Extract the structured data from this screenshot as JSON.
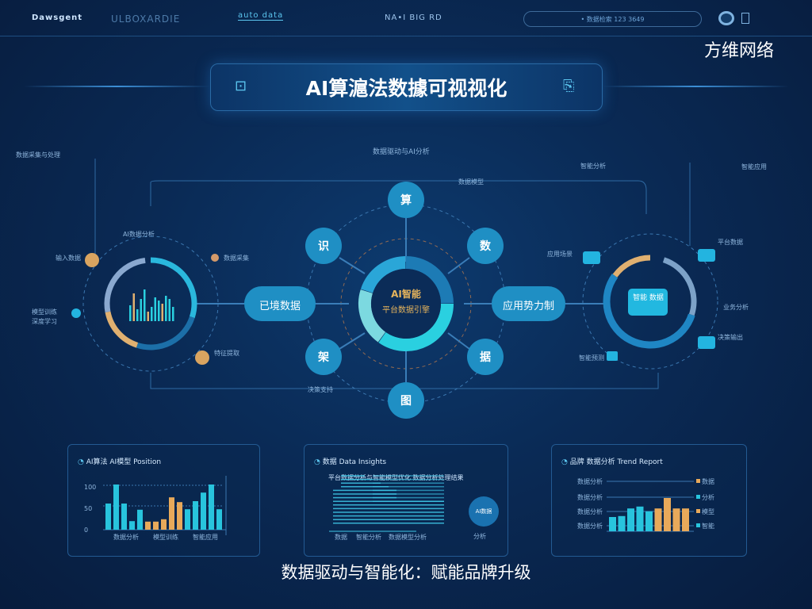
{
  "header": {
    "logo": "Dawsgent",
    "nav_1": "ULBOXARDIE",
    "nav_2": "auto data",
    "center": "NA•I BIG RD",
    "search_text": "• 数据检索 123 3649",
    "icons": [
      "eye-icon",
      "user-icon"
    ]
  },
  "brand": "方维网络",
  "title": "AI算滬法数據可视视化",
  "diagram": {
    "top_label": "数据驱动与AI分析",
    "center": {
      "line1": "AI智能",
      "line2": "平台数据引擎",
      "ring_segments": [
        0.25,
        0.35,
        0.2,
        0.2
      ]
    },
    "left_pill": "已境数据",
    "right_pill": "应用势力制",
    "nodes": [
      "算",
      "识",
      "数",
      "架",
      "据",
      "图"
    ],
    "side_labels": [
      "数据模型",
      "智能分析",
      "决策支持",
      "深度学习"
    ],
    "left_label": "AI数据分析",
    "left_notes": [
      "输入数据",
      "数据采集",
      "模型训练",
      "特征提取"
    ],
    "right_notes": [
      "应用场景",
      "平台数据",
      "业务分析",
      "决策输出",
      "智能预测"
    ],
    "right_center": "智能 数据",
    "left_top": "数据采集与处理",
    "right_top": "智能应用"
  },
  "panels": [
    {
      "title": "AI算法 AI模型 Position",
      "xlabels": [
        "数据分析",
        "模型训练",
        "智能应用"
      ],
      "ylabels": [
        "100",
        "50",
        "0"
      ],
      "values": [
        55,
        95,
        55,
        18,
        42,
        17,
        17,
        22,
        68,
        58,
        43,
        60,
        78,
        95,
        43
      ],
      "colors": [
        "c",
        "c",
        "c",
        "c",
        "c",
        "o",
        "o",
        "o",
        "o",
        "o",
        "c",
        "c",
        "c",
        "c",
        "c"
      ]
    },
    {
      "title": "数据 Data Insights",
      "subtitle": "平台数据分析与智能模型优化 数据分析处理结果",
      "xlabels": [
        "数据",
        "智能分析",
        "数据模型分析"
      ],
      "badge": "AI数据",
      "note": "分析"
    },
    {
      "title": "品牌 数据分析 Trend Report",
      "ylabels": [
        "数据分析",
        "数据分析",
        "数据分析",
        "数据分析"
      ],
      "legend": [
        "数据",
        "分析",
        "模型",
        "智能"
      ],
      "values": [
        30,
        32,
        48,
        52,
        42,
        48,
        70,
        48,
        48
      ],
      "colors": [
        "c",
        "c",
        "c",
        "c",
        "c",
        "o",
        "o",
        "o",
        "o"
      ]
    }
  ],
  "colors": {
    "cyan": "#28c4dd",
    "orange": "#e8a95a",
    "accent": "#2aa6d8"
  },
  "subtitle": "数据驱动与智能化：赋能品牌升级"
}
